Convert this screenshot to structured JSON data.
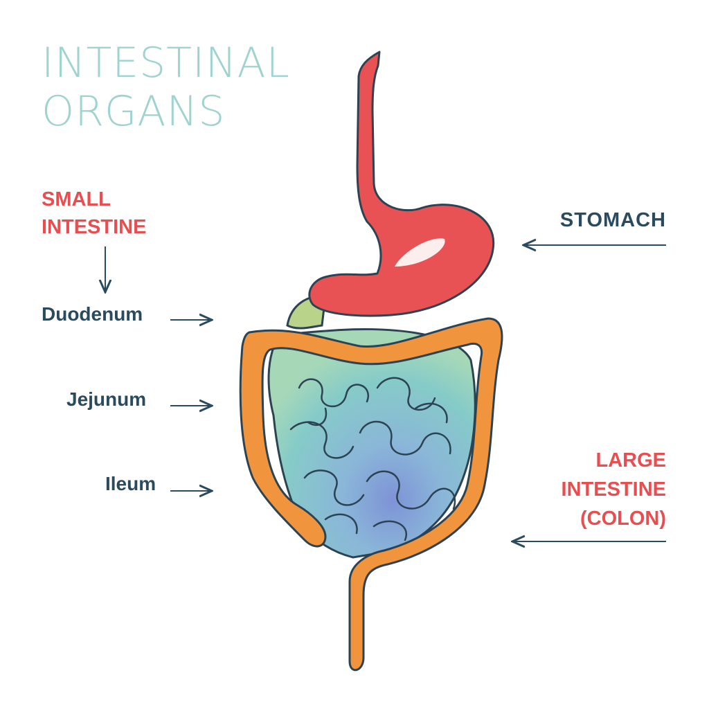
{
  "title": {
    "line1": "INTESTINAL",
    "line2": "ORGANS"
  },
  "labels": {
    "small_intestine": {
      "line1": "SMALL",
      "line2": "INTESTINE"
    },
    "stomach": "STOMACH",
    "large_intestine": {
      "line1": "LARGE",
      "line2": "INTESTINE",
      "line3": "(COLON)"
    },
    "duodenum": "Duodenum",
    "jejunum": "Jejunum",
    "ileum": "Ileum"
  },
  "colors": {
    "title": "#9fd3cf",
    "accent_red": "#e84e50",
    "label_dark": "#2a4a5e",
    "stomach": "#e85254",
    "colon": "#f0953e",
    "small_intestine": "#7cc4c4",
    "outline": "#2b4352"
  }
}
